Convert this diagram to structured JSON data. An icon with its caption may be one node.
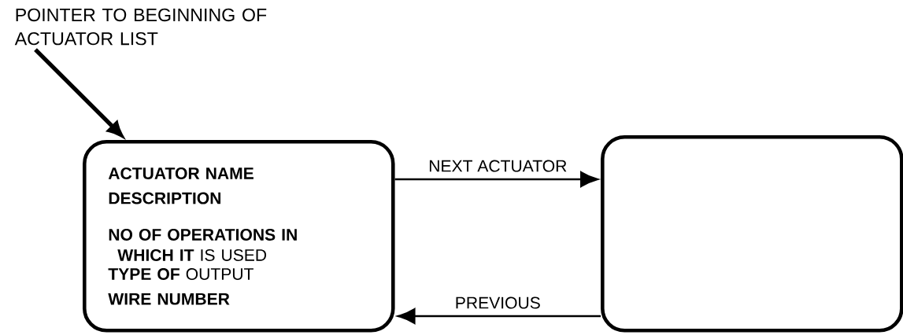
{
  "diagram": {
    "nodes": [
      {
        "text": [
          "POINTER TO BEGINNING OF ACTUATOR LIST"
        ]
      },
      {
        "text": [
          "ACTUATOR NAME",
          "DESCRIPTION",
          "**NO OF OPERATIONS IN WHICH IT** IS USED",
          "**TYPE OF** OUTPUT",
          "WIRE NUMBER"
        ]
      },
      {
        "text": [],
        "shape": "box"
      }
    ],
    "edges": [
      {
        "from": 0,
        "to": 1,
        "arrow": "to",
        "style": "thick"
      },
      {
        "from": 1,
        "to": 2,
        "arrow": "to",
        "label": "NEXT ACTUATOR"
      },
      {
        "from": 2,
        "to": 1,
        "arrow": "to",
        "label": "PREVIOUS"
      }
    ]
  }
}
